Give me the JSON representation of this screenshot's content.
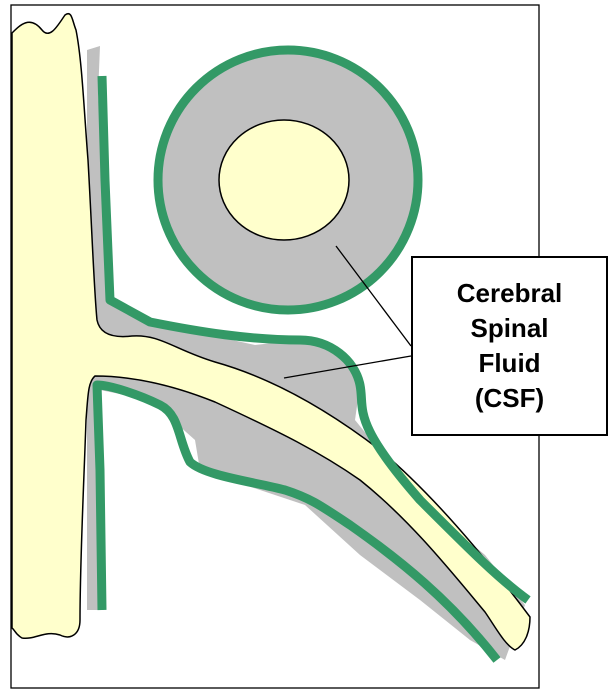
{
  "label": {
    "lines": [
      "Cerebral",
      "Spinal",
      "Fluid",
      "(CSF)"
    ]
  },
  "colors": {
    "cord": "#ffffcc",
    "csf": "#c0c0c0",
    "membrane": "#339966",
    "outline": "#000000",
    "background": "#ffffff"
  }
}
